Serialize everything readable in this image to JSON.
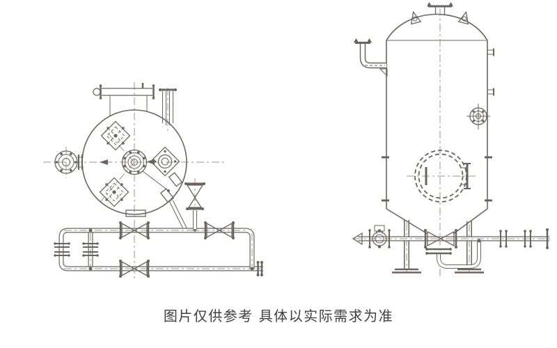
{
  "caption": {
    "text": "图片仅供参考 具体以实际需求为准"
  },
  "colors": {
    "line": "#6a645e",
    "centerline": "#9b948d",
    "text": "#404040",
    "background": "#ffffff"
  },
  "views": {
    "left": {
      "name": "storage-tank-top-view",
      "components": [
        "top-flange-header",
        "vent-pipe-assembly",
        "agitator-hatch-upper",
        "agitator-hatch-lower",
        "center-manway-flange",
        "left-side-nozzle",
        "right-sight-diamond",
        "bottom-drain-nozzle",
        "diagonal-discharge-pipe",
        "vertical-globe-valve",
        "gate-valve-upper-left",
        "gate-valve-upper-right",
        "gate-valve-lower",
        "pipe-manifold-with-u-bend"
      ]
    },
    "right": {
      "name": "storage-tank-front-view",
      "components": [
        "top-nozzle",
        "lifting-lug-left",
        "lifting-lug-right",
        "dished-head",
        "inlet-elbow-pipe",
        "shell-stub-nozzles",
        "sight-glass-port",
        "manhole-with-davit",
        "cone-bottom",
        "support-leg-left",
        "support-leg-right",
        "bottom-gate-valve",
        "drain-u-loop",
        "bottom-header-pipe"
      ]
    }
  }
}
